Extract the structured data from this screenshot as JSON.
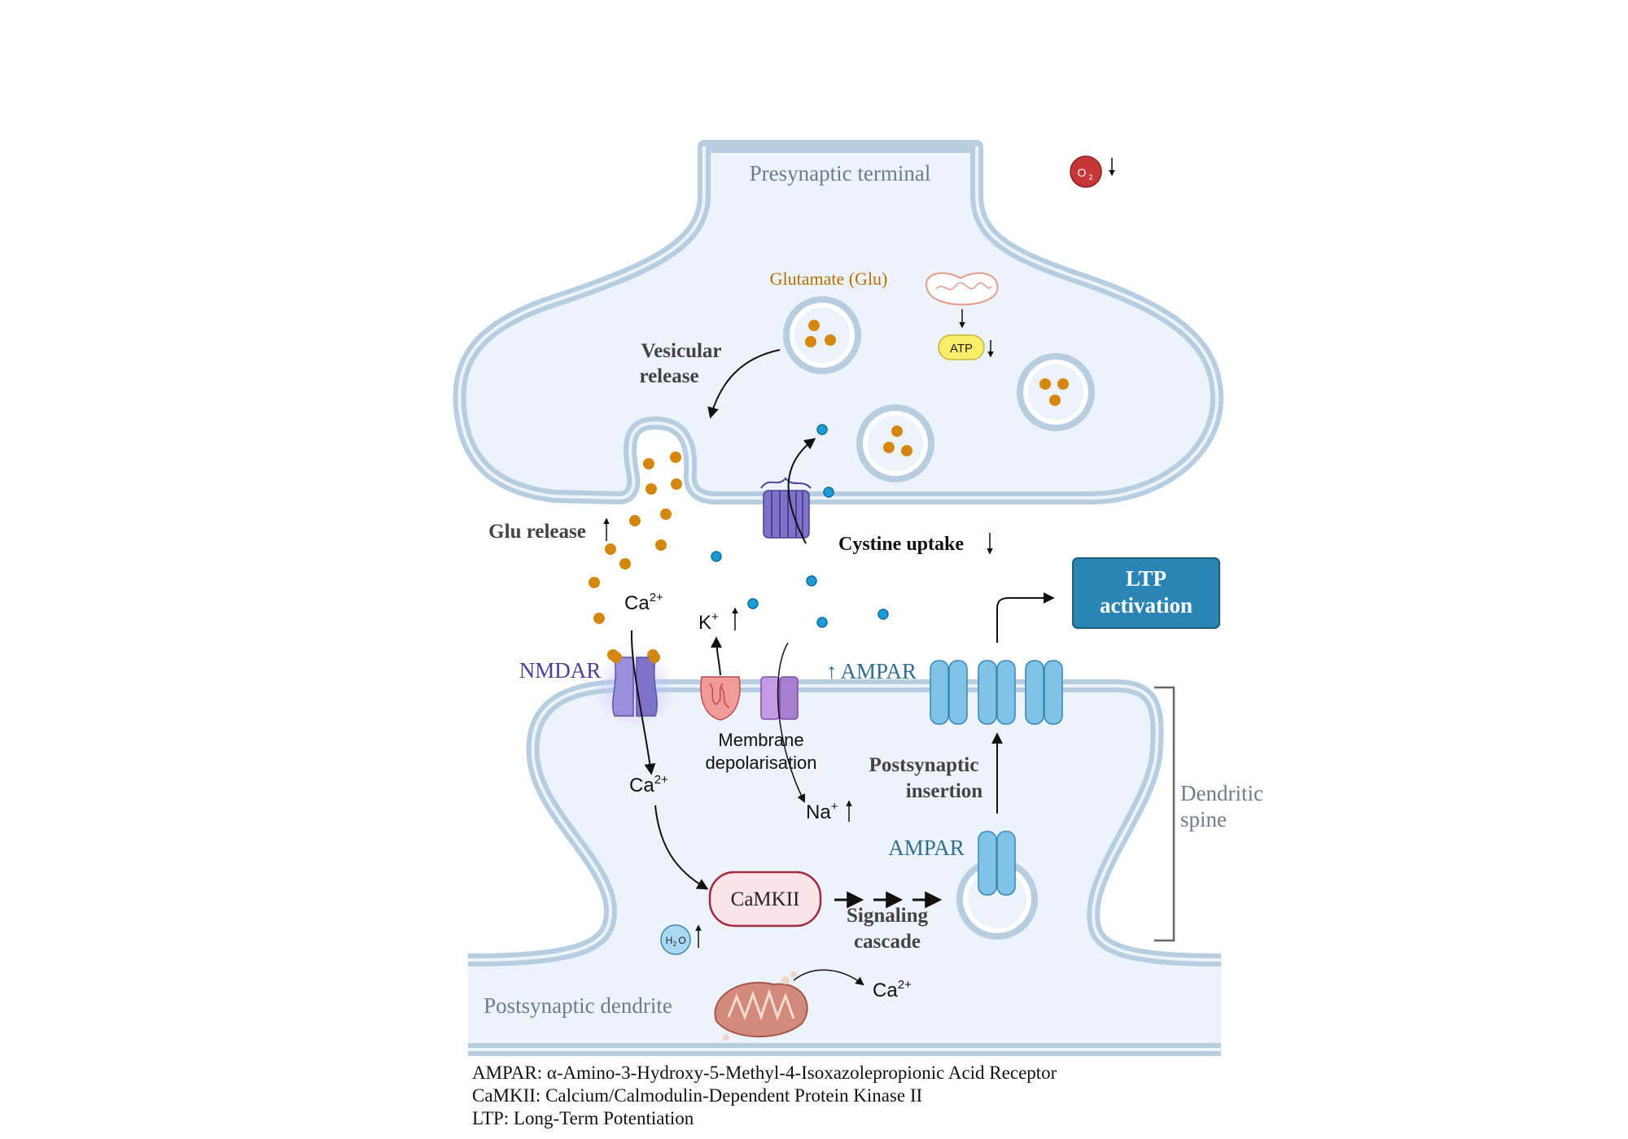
{
  "labels": {
    "presynaptic_terminal": "Presynaptic terminal",
    "glutamate": "Glutamate (Glu)",
    "vesicular_release": [
      "Vesicular",
      "release"
    ],
    "glu_release": "Glu release",
    "cystine_uptake": "Cystine uptake",
    "ltp_activation": [
      "LTP",
      "activation"
    ],
    "nmdar": "NMDAR",
    "ampar_top": "AMPAR",
    "ampar_bottom": "AMPAR",
    "membrane_depolarisation": [
      "Membrane",
      "depolarisation"
    ],
    "postsynaptic_insertion": [
      "Postsynaptic",
      "insertion"
    ],
    "dendritic_spine": [
      "Dendritic",
      "spine"
    ],
    "camkii": "CaMKII",
    "signaling_cascade": [
      "Signaling",
      "cascade"
    ],
    "postsynaptic_dendrite": "Postsynaptic dendrite",
    "atp": "ATP",
    "o2": "O",
    "o2_sub": "2",
    "h2o": "H",
    "h2o_sub": "2",
    "h2o_end": "O",
    "ca": "Ca",
    "ca_sup": "2+",
    "k": "K",
    "k_sup": "+",
    "na": "Na",
    "na_sup": "+"
  },
  "legend": [
    "AMPAR: α-Amino-3-Hydroxy-5-Methyl-4-Isoxazolepropionic Acid Receptor",
    "CaMKII: Calcium/Calmodulin-Dependent Protein Kinase II",
    "LTP: Long-Term Potentiation"
  ],
  "colors": {
    "membrane": "#b7cde0",
    "cytoplasm": "#ecf3fb",
    "glutamate": "#d4870f",
    "cystine": "#1d9bd6",
    "nmdar": "#7d73c9",
    "ampar": "#7fc3e8",
    "ltp_box": "#2a85b5",
    "camkii_fill": "#fde4e8",
    "camkii_stroke": "#a02a3e"
  }
}
